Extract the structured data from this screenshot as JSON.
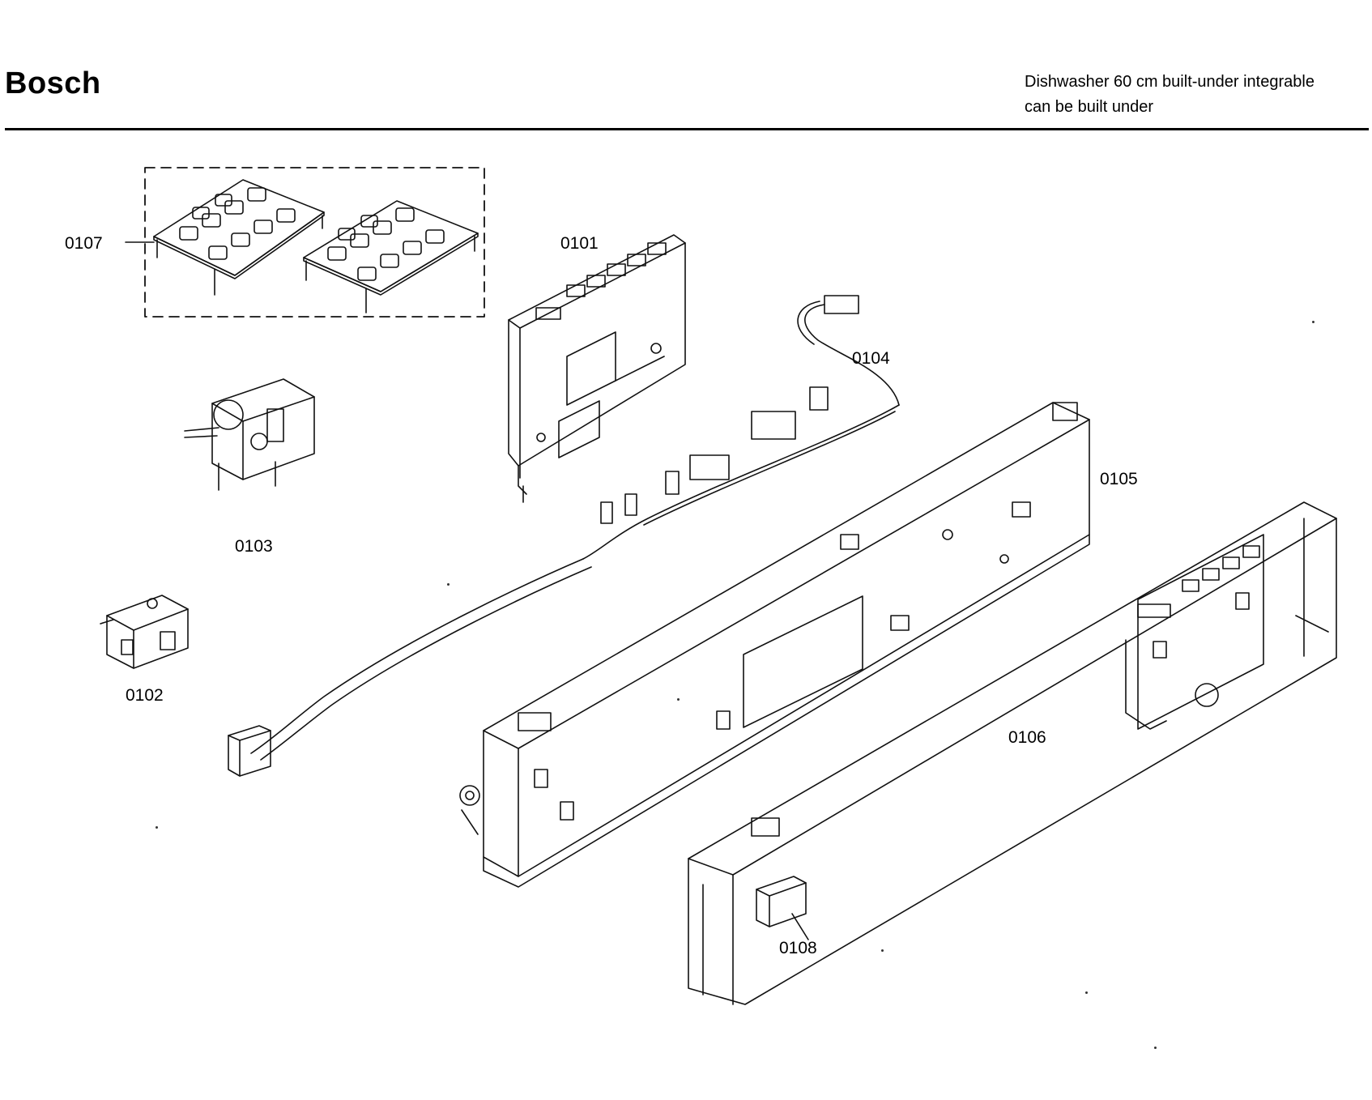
{
  "header": {
    "brand": "Bosch",
    "model_line1": "Dishwasher 60 cm built-under integrable",
    "model_line2": "can be built under"
  },
  "callouts": {
    "p0101": "0101",
    "p0102": "0102",
    "p0103": "0103",
    "p0104": "0104",
    "p0105": "0105",
    "p0106": "0106",
    "p0107": "0107",
    "p0108": "0108"
  },
  "colors": {
    "line": "#111111",
    "background": "#ffffff"
  }
}
